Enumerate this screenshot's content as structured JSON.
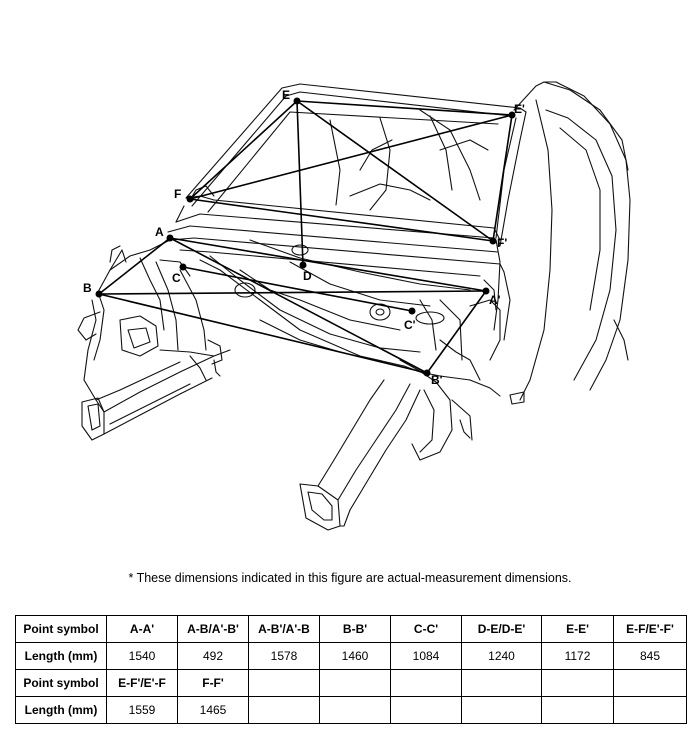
{
  "points": {
    "A": "A",
    "A_prime": "A'",
    "B": "B",
    "B_prime": "B'",
    "C": "C",
    "C_prime": "C'",
    "D": "D",
    "E": "E",
    "E_prime": "E'",
    "F": "F",
    "F_prime": "F'"
  },
  "note": "*  These dimensions indicated in this figure are actual-measurement dimensions.",
  "table": {
    "row1": {
      "header": "Point symbol",
      "cells": [
        "A-A'",
        "A-B/A'-B'",
        "A-B'/A'-B",
        "B-B'",
        "C-C'",
        "D-E/D-E'",
        "E-E'",
        "E-F/E'-F'"
      ]
    },
    "row2": {
      "header": "Length (mm)",
      "cells": [
        "1540",
        "492",
        "1578",
        "1460",
        "1084",
        "1240",
        "1172",
        "845"
      ]
    },
    "row3": {
      "header": "Point symbol",
      "cells": [
        "E-F'/E'-F",
        "F-F'",
        "",
        "",
        "",
        "",
        "",
        ""
      ]
    },
    "row4": {
      "header": "Length (mm)",
      "cells": [
        "1559",
        "1465",
        "",
        "",
        "",
        "",
        "",
        ""
      ]
    }
  }
}
